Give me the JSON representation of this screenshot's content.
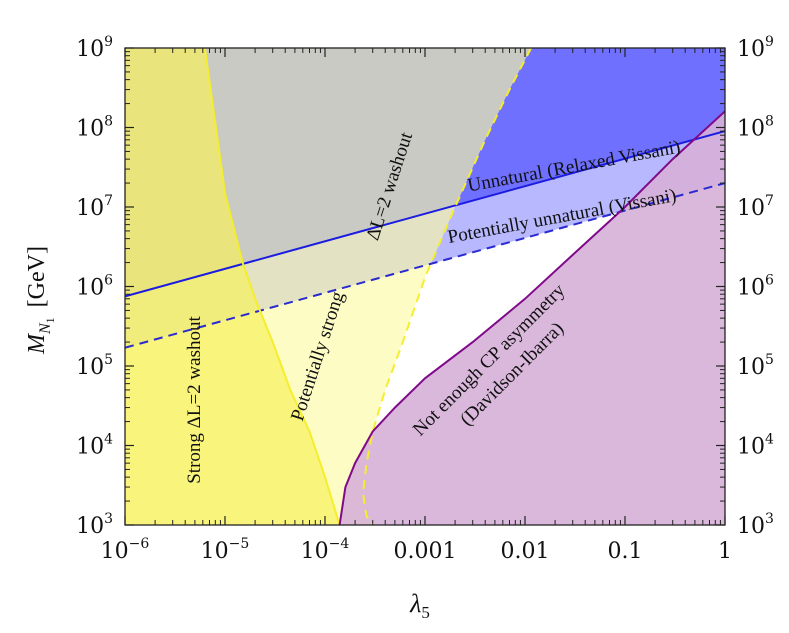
{
  "chart_data": {
    "type": "area",
    "xscale": "log",
    "yscale": "log",
    "xlim": [
      1e-06,
      1
    ],
    "ylim": [
      1000,
      1000000000
    ],
    "xlabel": "λ5",
    "ylabel": "M_N1 [GeV]",
    "x_tick_labels": [
      "10−6",
      "10−5",
      "10−4",
      "0.001",
      "0.01",
      "0.1",
      "1"
    ],
    "y_tick_labels": [
      "103",
      "104",
      "105",
      "106",
      "107",
      "108",
      "109"
    ],
    "series": [
      {
        "name": "Unnatural (Relaxed Vissani)",
        "style": "solid",
        "color": "#1c1ce0",
        "x": [
          1e-06,
          1
        ],
        "y": [
          750000,
          90000000
        ]
      },
      {
        "name": "Potentially unnatural (Vissani)",
        "style": "dashed",
        "color": "#2a2ad0",
        "x": [
          1e-06,
          1
        ],
        "y": [
          170000,
          20000000
        ]
      },
      {
        "name": "Strong ΔL=2 washout",
        "style": "solid",
        "color": "#f5ee2c",
        "x": [
          6.3e-06,
          1e-05,
          1.5e-05,
          2e-05,
          3e-05,
          4.5e-05,
          7e-05,
          0.0001,
          0.00014
        ],
        "y": [
          1000000000,
          15000000,
          2000000,
          700000,
          200000,
          50000,
          15000,
          4000,
          1000
        ]
      },
      {
        "name": "Potentially strong ΔL=2 washout",
        "style": "dashed",
        "color": "#f5ee2c",
        "x": [
          0.0115,
          0.007,
          0.004,
          0.002,
          0.001,
          0.0006,
          0.0004,
          0.0003,
          0.00026,
          0.00024,
          0.00026,
          0.0003
        ],
        "y": [
          1000000000,
          300000000,
          70000000,
          10000000,
          1300000,
          200000,
          50000,
          15000,
          6000,
          2500,
          1300,
          1000
        ]
      },
      {
        "name": "Not enough CP asymmetry (Davidson-Ibarra)",
        "style": "solid",
        "color": "#800a8a",
        "x": [
          0.00014,
          0.00016,
          0.0002,
          0.0003,
          0.0005,
          0.001,
          0.003,
          0.01,
          0.03,
          0.1,
          0.3,
          1
        ],
        "y": [
          1000,
          3000,
          6000,
          15000,
          30000,
          70000,
          200000,
          700000,
          2500000,
          10000000,
          40000000,
          160000000
        ]
      }
    ],
    "fills": [
      {
        "name": "unnatural region",
        "color": "#7070ff"
      },
      {
        "name": "potentially unnatural band",
        "color": "#b8b8ff"
      },
      {
        "name": "strong washout",
        "color": "#f7f25a"
      },
      {
        "name": "potentially strong washout",
        "color": "#fafaa5"
      },
      {
        "name": "not enough CP asymmetry",
        "color": "#d6b0d8"
      }
    ],
    "annotations": [
      "Unnatural (Relaxed Vissani)",
      "Potentially unnatural (Vissani)",
      "ΔL=2 washout",
      "Potentially strong",
      "Strong ΔL=2 washout",
      "Not enough CP asymmetry",
      "(Davidson-Ibarra)"
    ],
    "grid": false,
    "legend": "none"
  }
}
